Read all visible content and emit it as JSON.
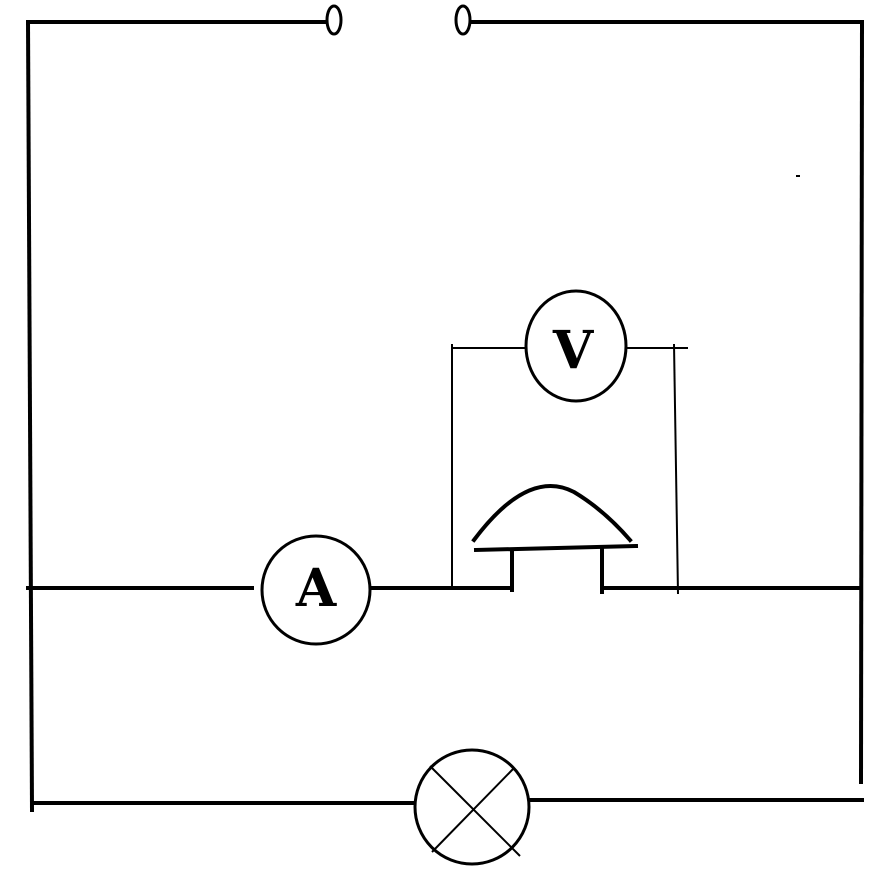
{
  "ammeter": {
    "label": "A"
  },
  "voltmeter": {
    "label": "V"
  },
  "components": {
    "power_terminals": "terminal-pair",
    "lamp": "lamp-cross-icon",
    "buzzer": "buzzer-bell-icon"
  },
  "colors": {
    "line": "#000000",
    "background": "#ffffff"
  }
}
